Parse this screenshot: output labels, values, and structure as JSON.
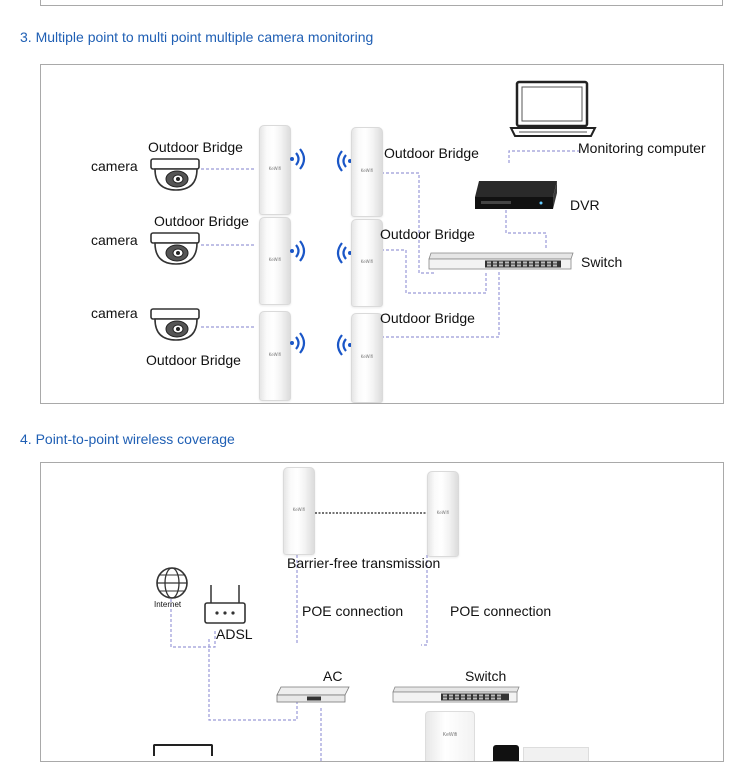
{
  "section3": {
    "title": "3.  Multiple point to multi point multiple camera monitoring",
    "rows": [
      {
        "camera_label": "camera",
        "left_bridge_label": "Outdoor Bridge",
        "right_bridge_label": "Outdoor Bridge"
      },
      {
        "camera_label": "camera",
        "left_bridge_label": "Outdoor Bridge",
        "right_bridge_label": "Outdoor Bridge"
      },
      {
        "camera_label": "camera",
        "left_bridge_label": "Outdoor Bridge",
        "right_bridge_label": "Outdoor Bridge"
      }
    ],
    "monitoring_computer_label": "Monitoring computer",
    "dvr_label": "DVR",
    "switch_label": "Switch",
    "bridge_brand": "KeWifi"
  },
  "section4": {
    "title": "4. Point-to-point wireless coverage",
    "transmission_label": "Barrier-free transmission",
    "poe_left_label": "POE connection",
    "poe_right_label": "POE connection",
    "internet_label": "Internet",
    "adsl_label": "ADSL",
    "ac_label": "AC",
    "switch_label": "Switch",
    "bridge_brand": "KeWifi"
  },
  "colors": {
    "title_blue": "#1f5fb4",
    "wave_blue": "#1a56c7",
    "cable_purple": "#9a9ad8",
    "border_gray": "#a9a9a9"
  },
  "icons": {
    "wave_out": "wifi-signal-right-icon",
    "wave_in": "wifi-signal-left-icon",
    "camera": "dome-camera-icon",
    "computer": "laptop-icon",
    "dvr": "dvr-recorder-icon",
    "switch": "network-switch-icon",
    "globe": "globe-icon",
    "router": "router-icon"
  }
}
